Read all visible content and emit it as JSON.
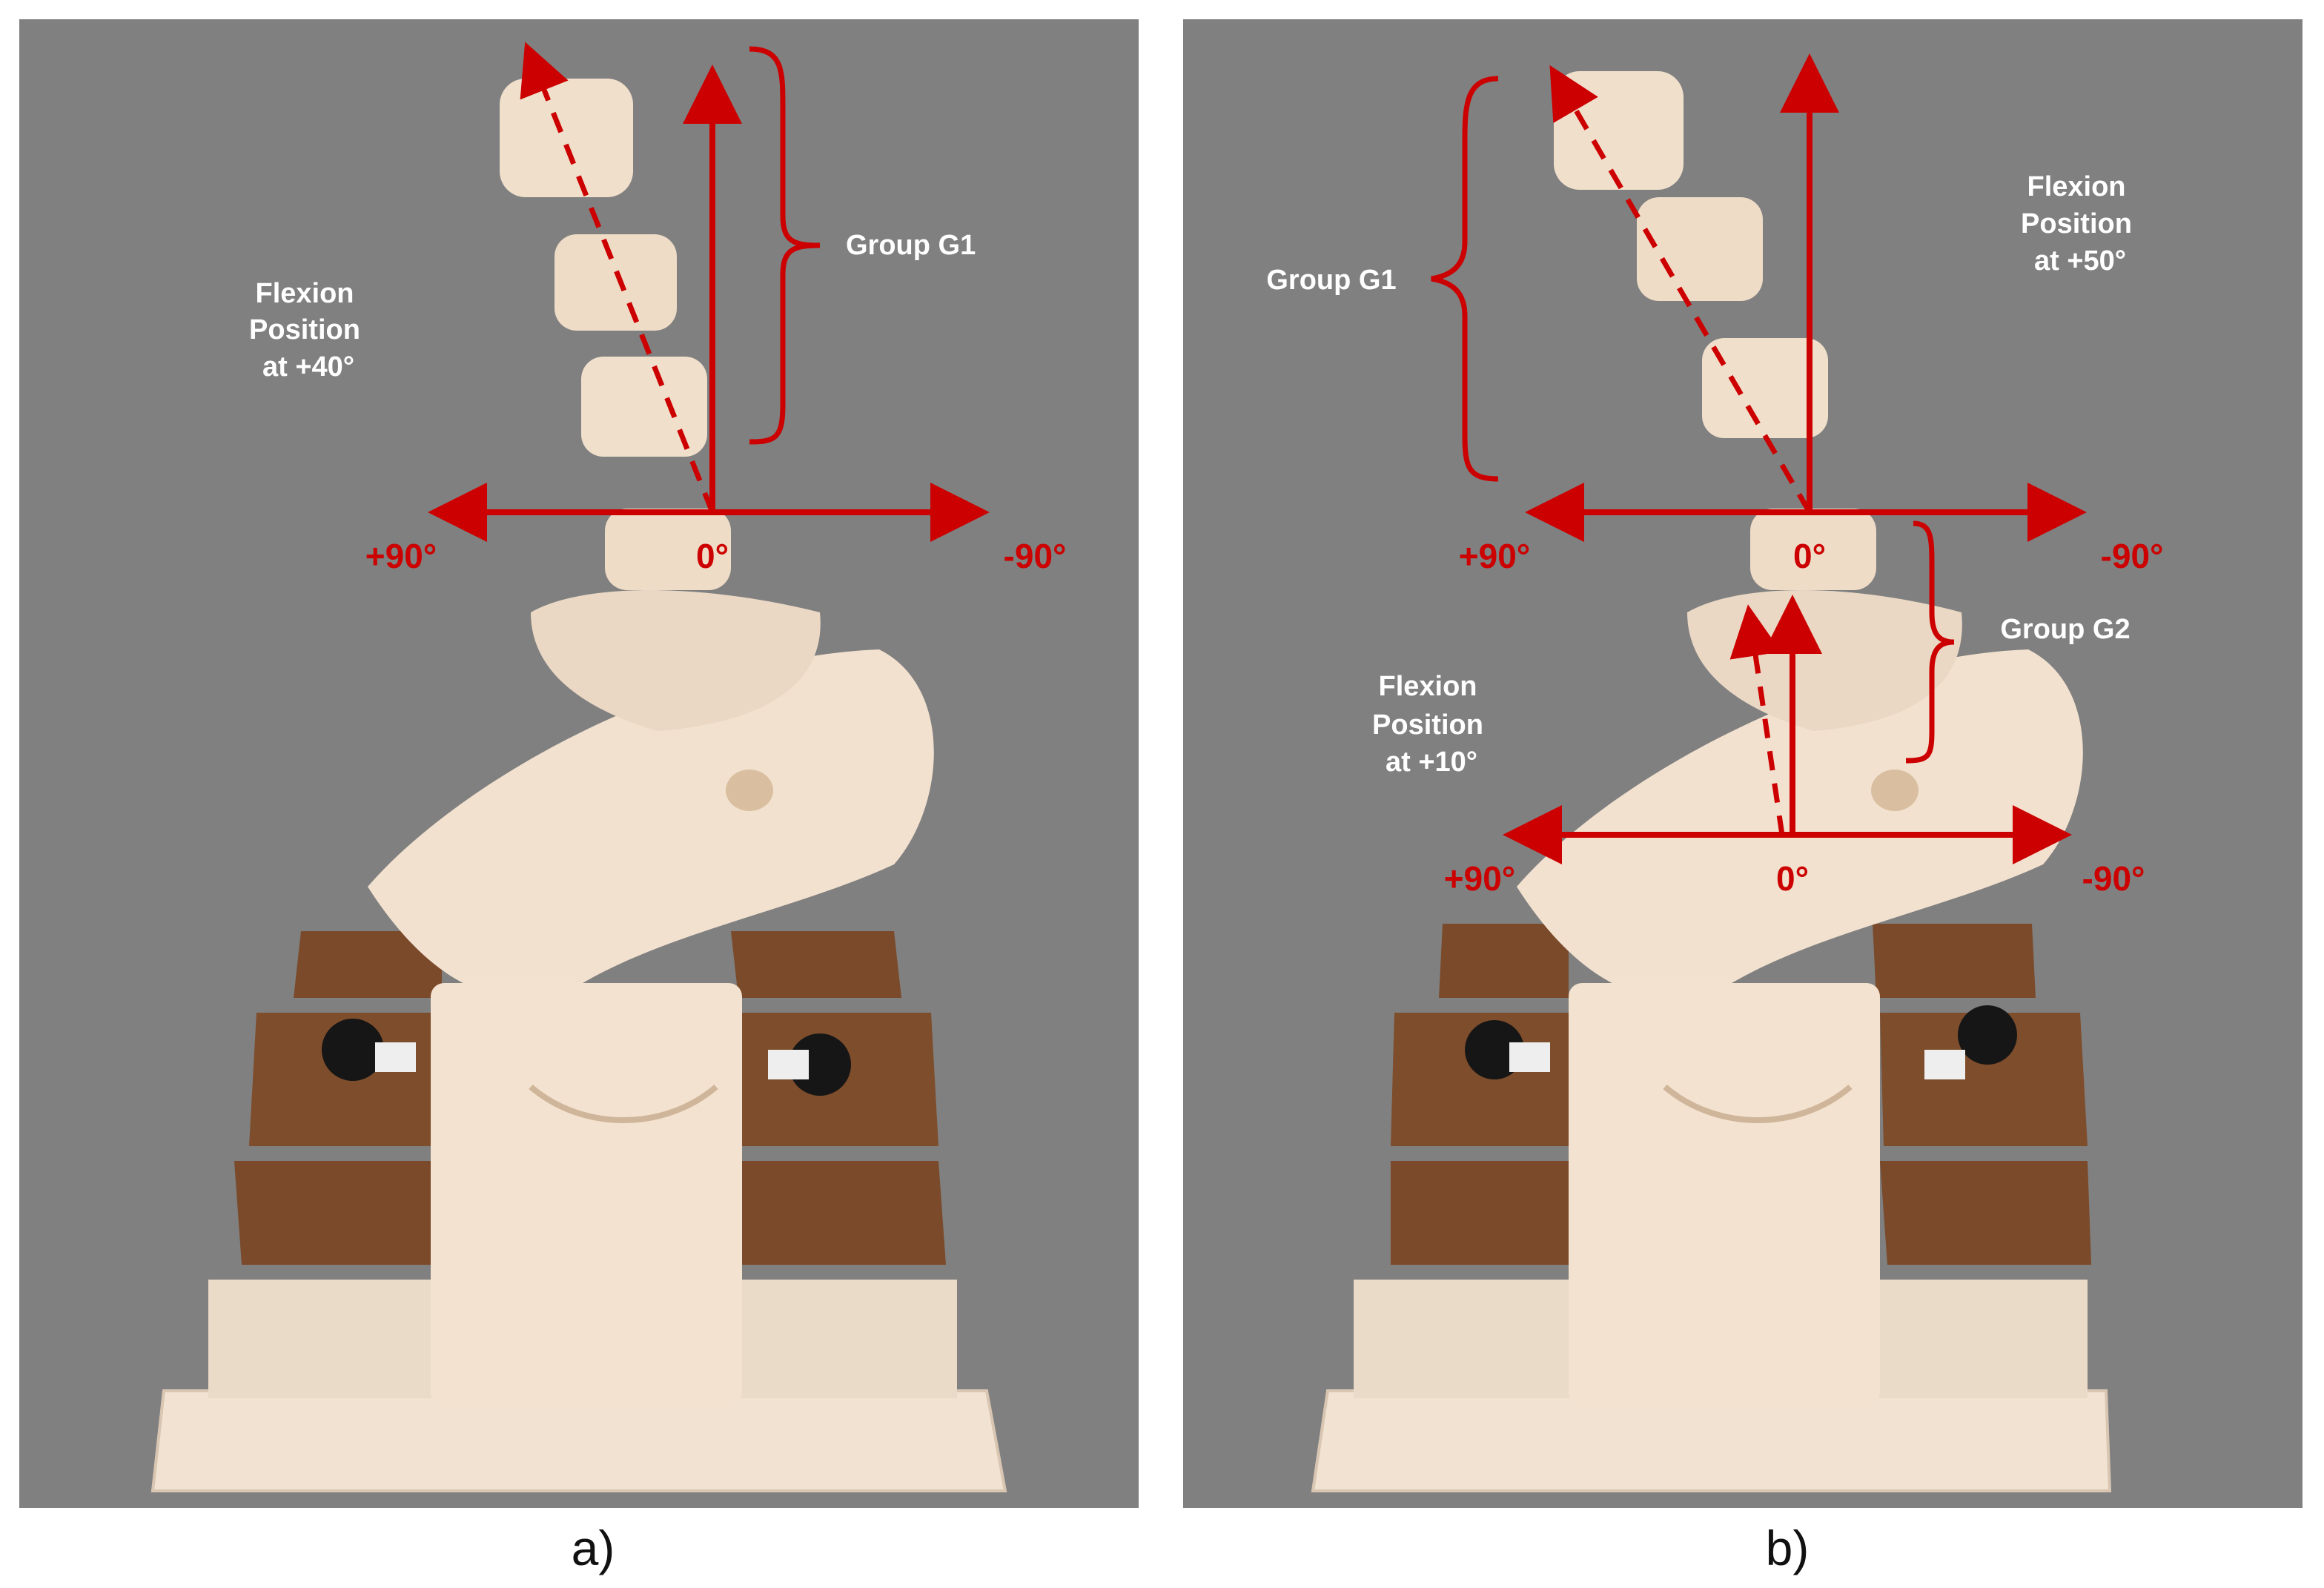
{
  "panels": [
    {
      "sublabel": "a)",
      "group_g1": "Group G1",
      "flexion": [
        "Flexion",
        "Position",
        "at +40°"
      ],
      "axis": {
        "left": "+90°",
        "center": "0°",
        "right": "-90°"
      }
    },
    {
      "sublabel": "b)",
      "group_g1": "Group G1",
      "group_g2": "Group G2",
      "flexion_upper": [
        "Flexion",
        "Position",
        "at +50°"
      ],
      "flexion_lower": [
        "Flexion",
        "Position",
        "at +10°"
      ],
      "axis_upper": {
        "left": "+90°",
        "center": "0°",
        "right": "-90°"
      },
      "axis_lower": {
        "left": "+90°",
        "center": "0°",
        "right": "-90°"
      }
    }
  ],
  "colors": {
    "background_gray": "#808080",
    "annotation_red": "#cc0000",
    "model_cream": "#f3e3d3",
    "board_brown": "#7a4a2a"
  }
}
